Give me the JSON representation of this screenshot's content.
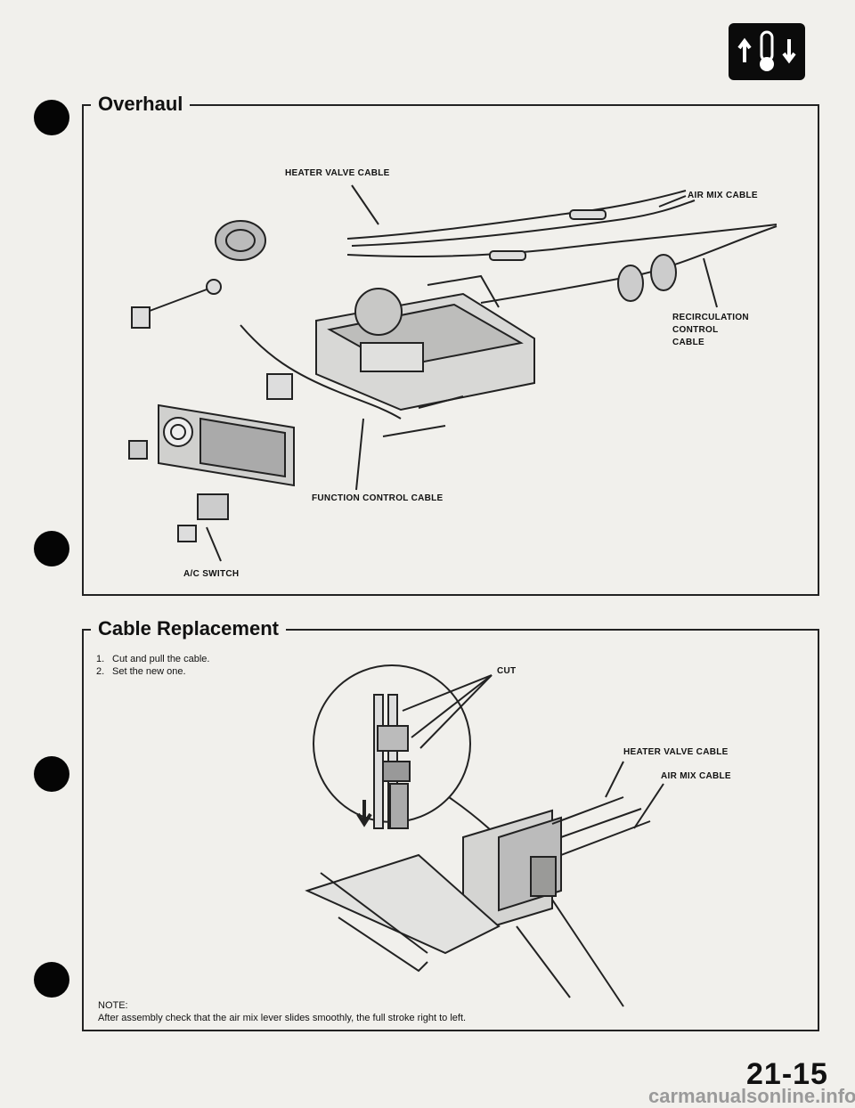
{
  "header": {
    "badge_icon": "heater-thermometer-icon"
  },
  "overhaul": {
    "title": "Overhaul",
    "labels": {
      "heater_valve_cable": "HEATER VALVE CABLE",
      "air_mix_cable": "AIR MIX CABLE",
      "recirculation_line1": "RECIRCULATION",
      "recirculation_line2": "CONTROL",
      "recirculation_line3": "CABLE",
      "function_control_cable": "FUNCTION CONTROL CABLE",
      "ac_switch": "A/C SWITCH"
    }
  },
  "cable_replacement": {
    "title": "Cable Replacement",
    "steps": [
      {
        "num": "1.",
        "text": "Cut and pull the cable."
      },
      {
        "num": "2.",
        "text": "Set the new one."
      }
    ],
    "labels": {
      "cut": "CUT",
      "heater_valve_cable": "HEATER VALVE CABLE",
      "air_mix_cable": "AIR MIX CABLE"
    },
    "note_heading": "NOTE:",
    "note_text": "After assembly check that the air mix lever slides smoothly, the full stroke right to left."
  },
  "footer": {
    "page_number": "21-15",
    "watermark": "carmanualsonline.info"
  }
}
